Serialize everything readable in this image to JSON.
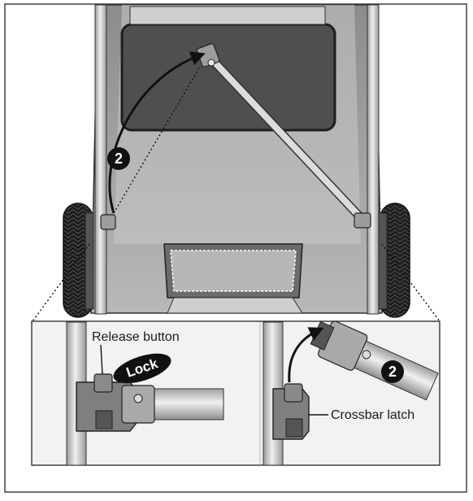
{
  "main_view": {
    "step_badge": "2"
  },
  "detail_left": {
    "release_button_label": "Release button",
    "lock_label": "Lock"
  },
  "detail_right": {
    "crossbar_latch_label": "Crossbar latch",
    "step_badge": "2"
  },
  "colors": {
    "frame_outline": "#333333",
    "canopy_dark": "#4a4a4a",
    "body_gray": "#a9a9a9",
    "tube_light": "#d4d4d4",
    "badge_fill": "#111111",
    "inset_background": "#f2f2f2"
  }
}
